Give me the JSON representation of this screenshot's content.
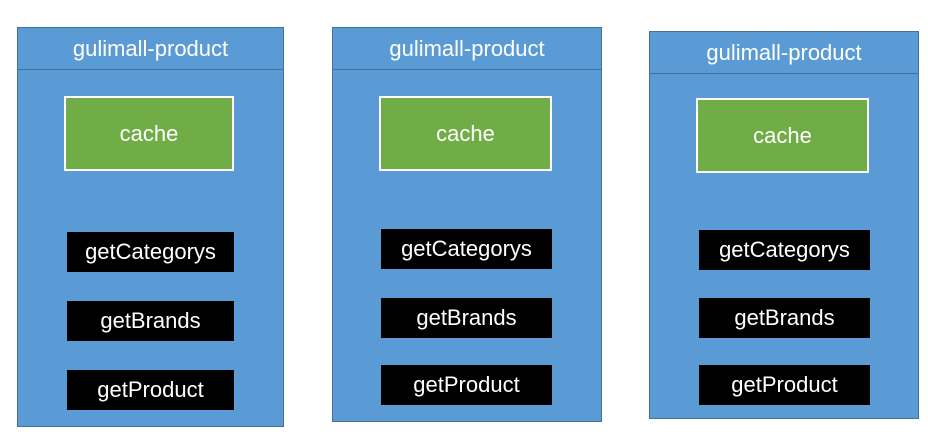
{
  "services": [
    {
      "title": "gulimall-product",
      "cache_label": "cache",
      "methods": [
        "getCategorys",
        "getBrands",
        "getProduct"
      ]
    },
    {
      "title": "gulimall-product",
      "cache_label": "cache",
      "methods": [
        "getCategorys",
        "getBrands",
        "getProduct"
      ]
    },
    {
      "title": "gulimall-product",
      "cache_label": "cache",
      "methods": [
        "getCategorys",
        "getBrands",
        "getProduct"
      ]
    }
  ],
  "colors": {
    "service_fill": "#5b9bd5",
    "service_border": "#41719c",
    "cache_fill": "#70ad47",
    "method_fill": "#000000",
    "text": "#ffffff"
  }
}
